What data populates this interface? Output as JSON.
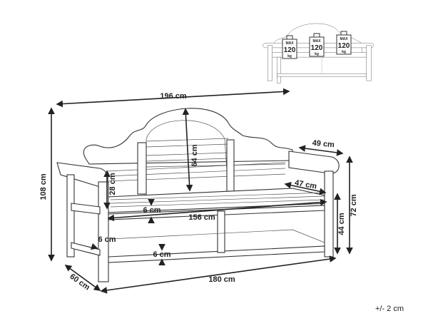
{
  "dimensions": {
    "total_width": "196 cm",
    "total_height": "108 cm",
    "armrest_length": "49 cm",
    "backrest_height": "64 cm",
    "arm_height_above_seat": "28 cm",
    "seat_depth": "47 cm",
    "arm_height": "72 cm",
    "seat_height": "44 cm",
    "seat_rail": "6 cm",
    "seat_width": "156 cm",
    "lower_rail_side": "6 cm",
    "lower_rail": "6 cm",
    "leg_span": "180 cm",
    "depth": "60 cm"
  },
  "tolerance": "+/- 2 cm",
  "load_badges": [
    {
      "max": "MAX",
      "value": "120",
      "unit": "kg"
    },
    {
      "max": "MAX",
      "value": "120",
      "unit": "kg"
    },
    {
      "max": "MAX",
      "value": "120",
      "unit": "kg"
    }
  ]
}
